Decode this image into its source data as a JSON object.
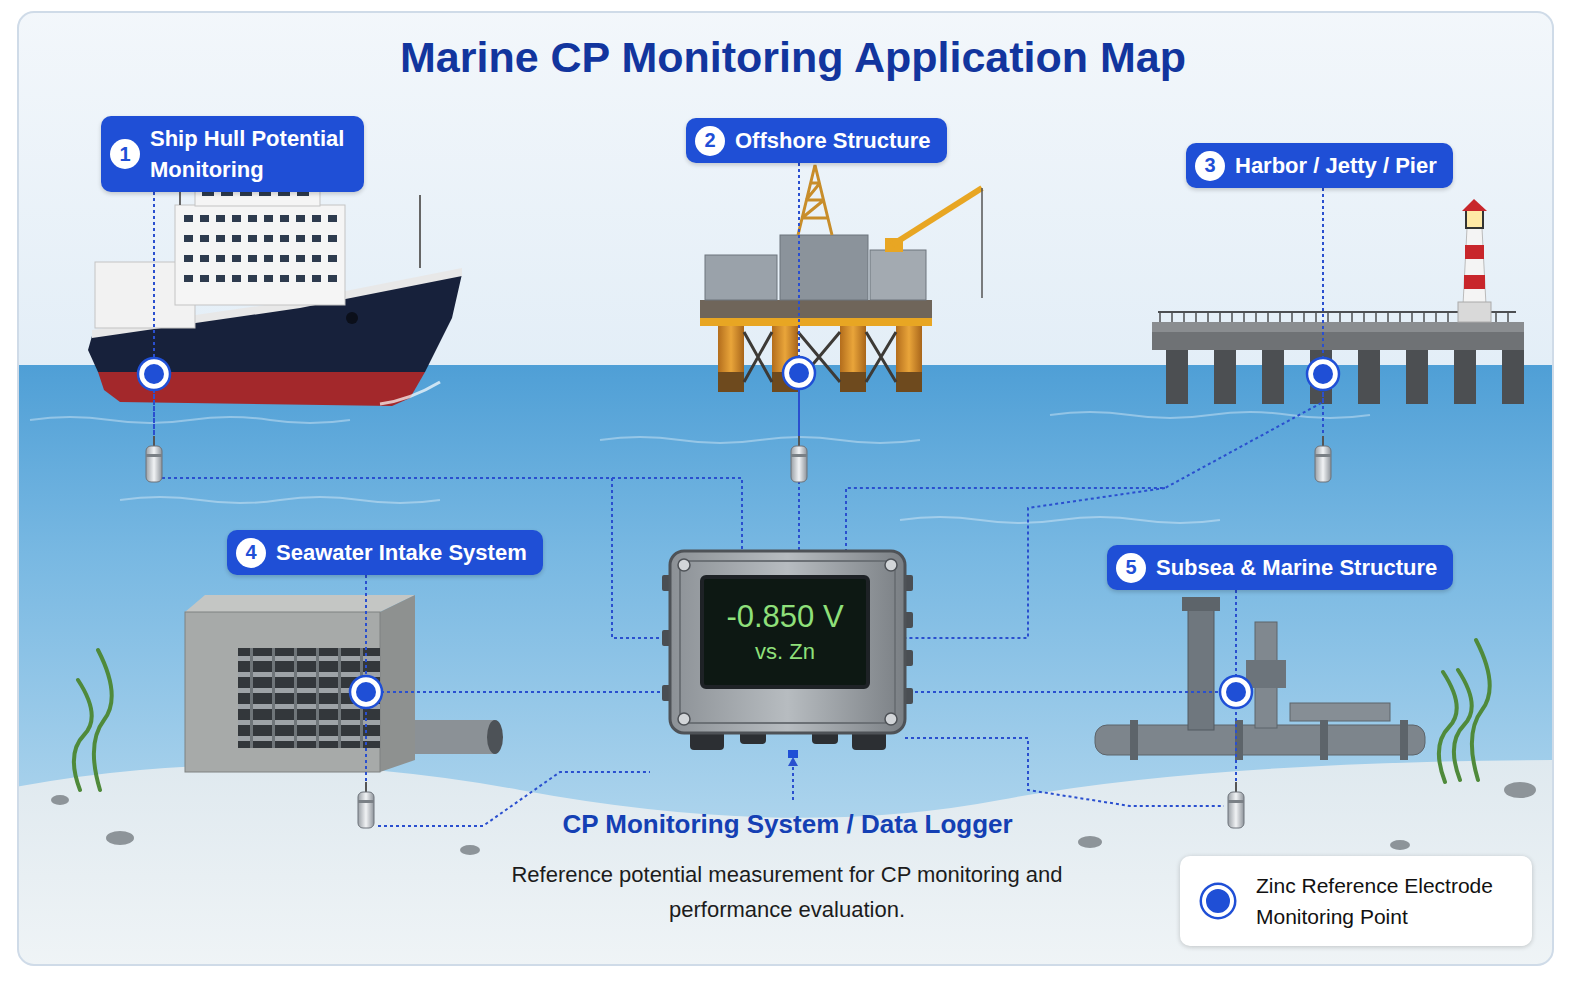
{
  "diagram": {
    "title": "Marine CP Monitoring Application Map",
    "caption": "Reference potential measurement for CP monitoring and performance evaluation.",
    "nodes": [
      {
        "text": [
          "1",
          "Ship Hull Potential Monitoring"
        ]
      },
      {
        "text": [
          "2",
          "Offshore Structure"
        ]
      },
      {
        "text": [
          "3",
          "Harbor / Jetty / Pier"
        ]
      },
      {
        "text": [
          "4",
          "Seawater Intake System"
        ]
      },
      {
        "text": [
          "5",
          "Subsea & Marine Structure"
        ]
      },
      {
        "text": [
          "CP Monitoring System / Data Logger"
        ]
      },
      {
        "text": [
          "-0.850 V",
          "vs. Zn"
        ],
        "in": 5
      }
    ],
    "edges": [
      {
        "from": 0,
        "to": 5,
        "arrow": "none"
      },
      {
        "from": 1,
        "to": 5,
        "arrow": "none"
      },
      {
        "from": 2,
        "to": 5,
        "arrow": "none"
      },
      {
        "from": 3,
        "to": 5,
        "arrow": "none"
      },
      {
        "from": 4,
        "to": 5,
        "arrow": "none"
      }
    ],
    "legend": [
      {
        "text": "Zinc Reference Electrode Monitoring Point",
        "color": "#1f4fd6"
      }
    ]
  }
}
